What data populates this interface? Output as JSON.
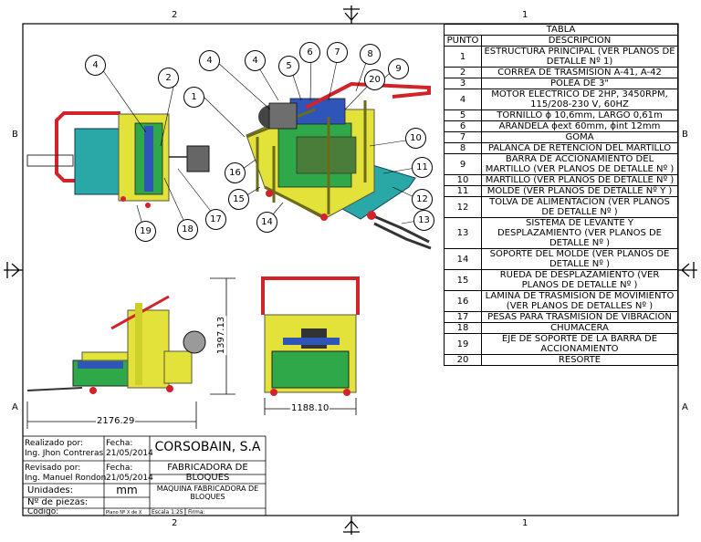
{
  "sheet": {
    "zone_top_left": "2",
    "zone_top_right": "1",
    "zone_bottom_left": "2",
    "zone_bottom_right": "1",
    "row_left_top": "B",
    "row_left_bottom": "A",
    "row_right_top": "B",
    "row_right_bottom": "A"
  },
  "dimensions": {
    "side_length": "2176.29",
    "front_width": "1188.10",
    "height": "1397.13"
  },
  "callouts": [
    "1",
    "2",
    "4",
    "4",
    "4",
    "5",
    "6",
    "7",
    "8",
    "9",
    "10",
    "11",
    "12",
    "13",
    "14",
    "15",
    "16",
    "17",
    "18",
    "19",
    "20"
  ],
  "parts_table": {
    "title": "TABLA",
    "headers": {
      "num": "PUNTO",
      "desc": "DESCRIPCION"
    },
    "rows": [
      {
        "num": "1",
        "desc": "ESTRUCTURA PRINCIPAL (VER PLANOS DE DETALLE Nº 1)"
      },
      {
        "num": "2",
        "desc": "CORREA DE TRASMISION A-41, A-42"
      },
      {
        "num": "3",
        "desc": "POLEA DE 3\""
      },
      {
        "num": "4",
        "desc": "MOTOR ELECTRICO DE 2HP, 3450RPM, 115/208-230 V, 60HZ"
      },
      {
        "num": "5",
        "desc": "TORNILLO ϕ 10,6mm, LARGO 0,61m"
      },
      {
        "num": "6",
        "desc": "ARANDELA ϕext 60mm, ϕint 12mm"
      },
      {
        "num": "7",
        "desc": "GOMA"
      },
      {
        "num": "8",
        "desc": "PALANCA DE RETENCION DEL MARTILLO"
      },
      {
        "num": "9",
        "desc": "BARRA DE ACCIONAMIENTO DEL MARTILLO (VER PLANOS DE DETALLE Nº )"
      },
      {
        "num": "10",
        "desc": "MARTILLO (VER PLANOS DE DETALLE Nº )"
      },
      {
        "num": "11",
        "desc": "MOLDE (VER PLANOS DE DETALLE Nº Y )"
      },
      {
        "num": "12",
        "desc": "TOLVA DE ALIMENTACION (VER PLANOS DE DETALLE Nº )"
      },
      {
        "num": "13",
        "desc": "SISTEMA DE LEVANTE Y DESPLAZAMIENTO (VER PLANOS DE DETALLE Nº  )"
      },
      {
        "num": "14",
        "desc": "SOPORTE DEL MOLDE (VER PLANOS DE DETALLE Nº  )"
      },
      {
        "num": "15",
        "desc": "RUEDA DE DESPLAZAMIENTO (VER PLANOS DE DETALLE Nº )"
      },
      {
        "num": "16",
        "desc": "LAMINA DE TRASMISION DE MOVIMIENTO (VER PLANOS DE DETALLES Nº  )"
      },
      {
        "num": "17",
        "desc": "PESAS PARA TRASMISION DE VIBRACION"
      },
      {
        "num": "18",
        "desc": "CHUMACERA"
      },
      {
        "num": "19",
        "desc": "EJE DE SOPORTE DE LA BARRA DE ACCIONAMIENTO"
      },
      {
        "num": "20",
        "desc": "RESORTE"
      }
    ]
  },
  "title_block": {
    "realizado_label": "Realizado por:",
    "realizado_name": "Ing. Jhon Contreras",
    "fecha_label_1": "Fecha:",
    "fecha_1": "21/05/2014",
    "company": "CORSOBAIN, S.A",
    "revisado_label": "Revisado por:",
    "revisado_name": "Ing. Manuel Rondon",
    "fecha_label_2": "Fecha:",
    "fecha_2": "21/05/2014",
    "title": "FABRICADORA DE BLOQUES",
    "unidades_label": "Unidades:",
    "unidades": "mm",
    "drawing_name": "MAQUINA FABRICADORA DE BLOQUES",
    "piezas_label": "Nº de piezas:",
    "codigo_label": "Codigo:",
    "plano": "Plano Nº X de X",
    "escala": "Escala 1:25",
    "firma": "Firma:"
  },
  "colors": {
    "frame_yellow": "#d9d92a",
    "handle_red": "#d2232a",
    "motor_blue": "#2f55b8",
    "mold_green": "#2fa84a",
    "hopper_teal": "#2aa7a7",
    "steel_gray": "#7a7a7a"
  }
}
